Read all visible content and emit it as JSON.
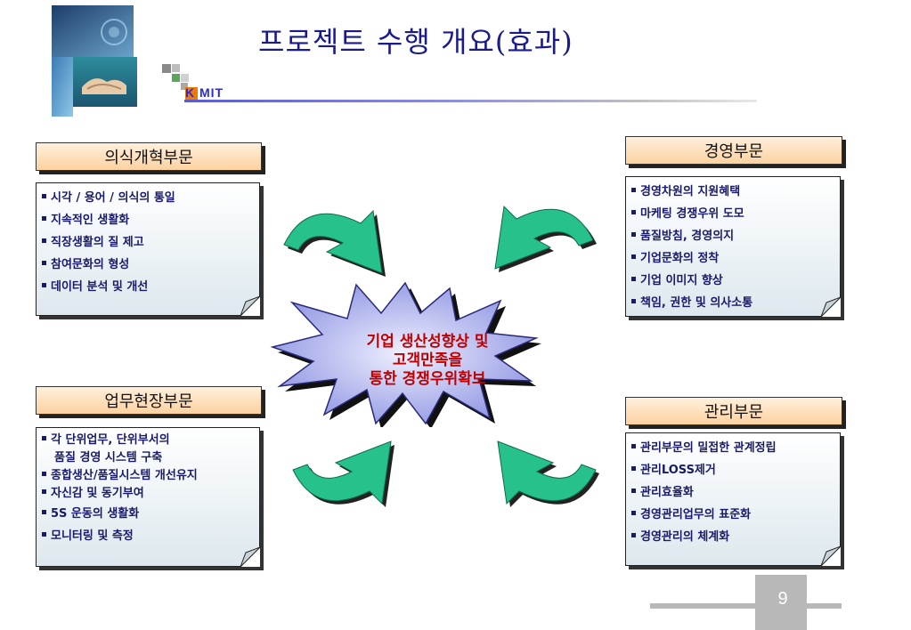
{
  "title": "프로젝트 수행 개요(효과)",
  "brand": "K MIT",
  "sections": {
    "consciousness": {
      "header": "의식개혁부문",
      "items": [
        "시각 / 용어 / 의식의 통일",
        "지속적인 생활화",
        "직장생활의 질 제고",
        "참여문화의 형성",
        "데이터 분석 및 개선"
      ]
    },
    "management": {
      "header": "경영부문",
      "items": [
        "경영차원의 지원혜택",
        "마케팅 경쟁우위 도모",
        "품질방침, 경영의지",
        "기업문화의 정착",
        "기업 이미지 향상",
        "책임, 권한 및 의사소통"
      ]
    },
    "field": {
      "header": "업무현장부문",
      "items": [
        "각 단위업무, 단위부서의",
        "품질 경영 시스템 구축",
        "종합생산/품질시스템 개선유지",
        "자신감 및 동기부여",
        "5S 운동의 생활화",
        "모니터링 및 측정"
      ]
    },
    "administration": {
      "header": "관리부문",
      "items": [
        "관리부문의 밀접한 관계정립",
        "관리LOSS제거",
        "관리효율화",
        "경영관리업무의 표준화",
        "경영관리의 체계화"
      ]
    }
  },
  "center": {
    "line1": "기업 생산성향상 및",
    "line2": "고객만족을",
    "line3": "통한 경쟁우위확보"
  },
  "page_number": "9",
  "colors": {
    "title": "#1a1a8c",
    "header_fill": "#fcd2a0",
    "arrow": "#22c08a",
    "star": "#b8c0f0",
    "center_text": "#c00000"
  }
}
